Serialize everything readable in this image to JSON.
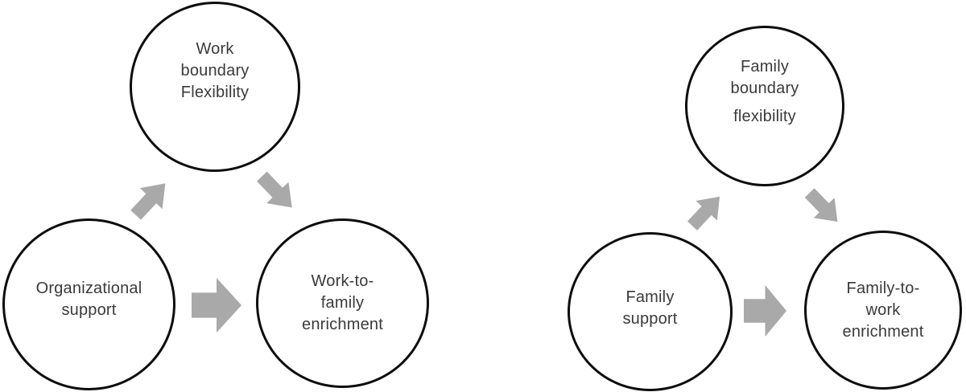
{
  "figure": {
    "background": "#ffffff",
    "colors": {
      "circle_stroke": "#0d0d0d",
      "arrow_fill": "#a9a9a9",
      "text": "#3a3a3a"
    },
    "diagrams": [
      {
        "name": "work-to-family-enrichment-model",
        "nodes": [
          {
            "id": "work-boundary-flexibility",
            "lines": [
              "Work",
              "boundary",
              "Flexibility"
            ]
          },
          {
            "id": "organizational-support",
            "lines": [
              "Organizational",
              "support"
            ]
          },
          {
            "id": "work-to-family-enrichment",
            "lines": [
              "Work-to-",
              "family",
              "enrichment"
            ]
          }
        ],
        "arrows": [
          {
            "id": "organizational-support-to-work-boundary-flexibility",
            "direction": "up-right"
          },
          {
            "id": "work-boundary-flexibility-to-work-to-family-enrichment",
            "direction": "down-right"
          },
          {
            "id": "organizational-support-to-work-to-family-enrichment",
            "direction": "right"
          }
        ]
      },
      {
        "name": "family-to-work-enrichment-model",
        "nodes": [
          {
            "id": "family-boundary-flexibility",
            "lines": [
              "Family",
              "boundary",
              "flexibility"
            ]
          },
          {
            "id": "family-support",
            "lines": [
              "Family",
              "support"
            ]
          },
          {
            "id": "family-to-work-enrichment",
            "lines": [
              "Family-to-",
              "work",
              "enrichment"
            ]
          }
        ],
        "arrows": [
          {
            "id": "family-support-to-family-boundary-flexibility",
            "direction": "up-right"
          },
          {
            "id": "family-boundary-flexibility-to-family-to-work-enrichment",
            "direction": "down-right"
          },
          {
            "id": "family-support-to-family-to-work-enrichment",
            "direction": "right"
          }
        ]
      }
    ]
  }
}
